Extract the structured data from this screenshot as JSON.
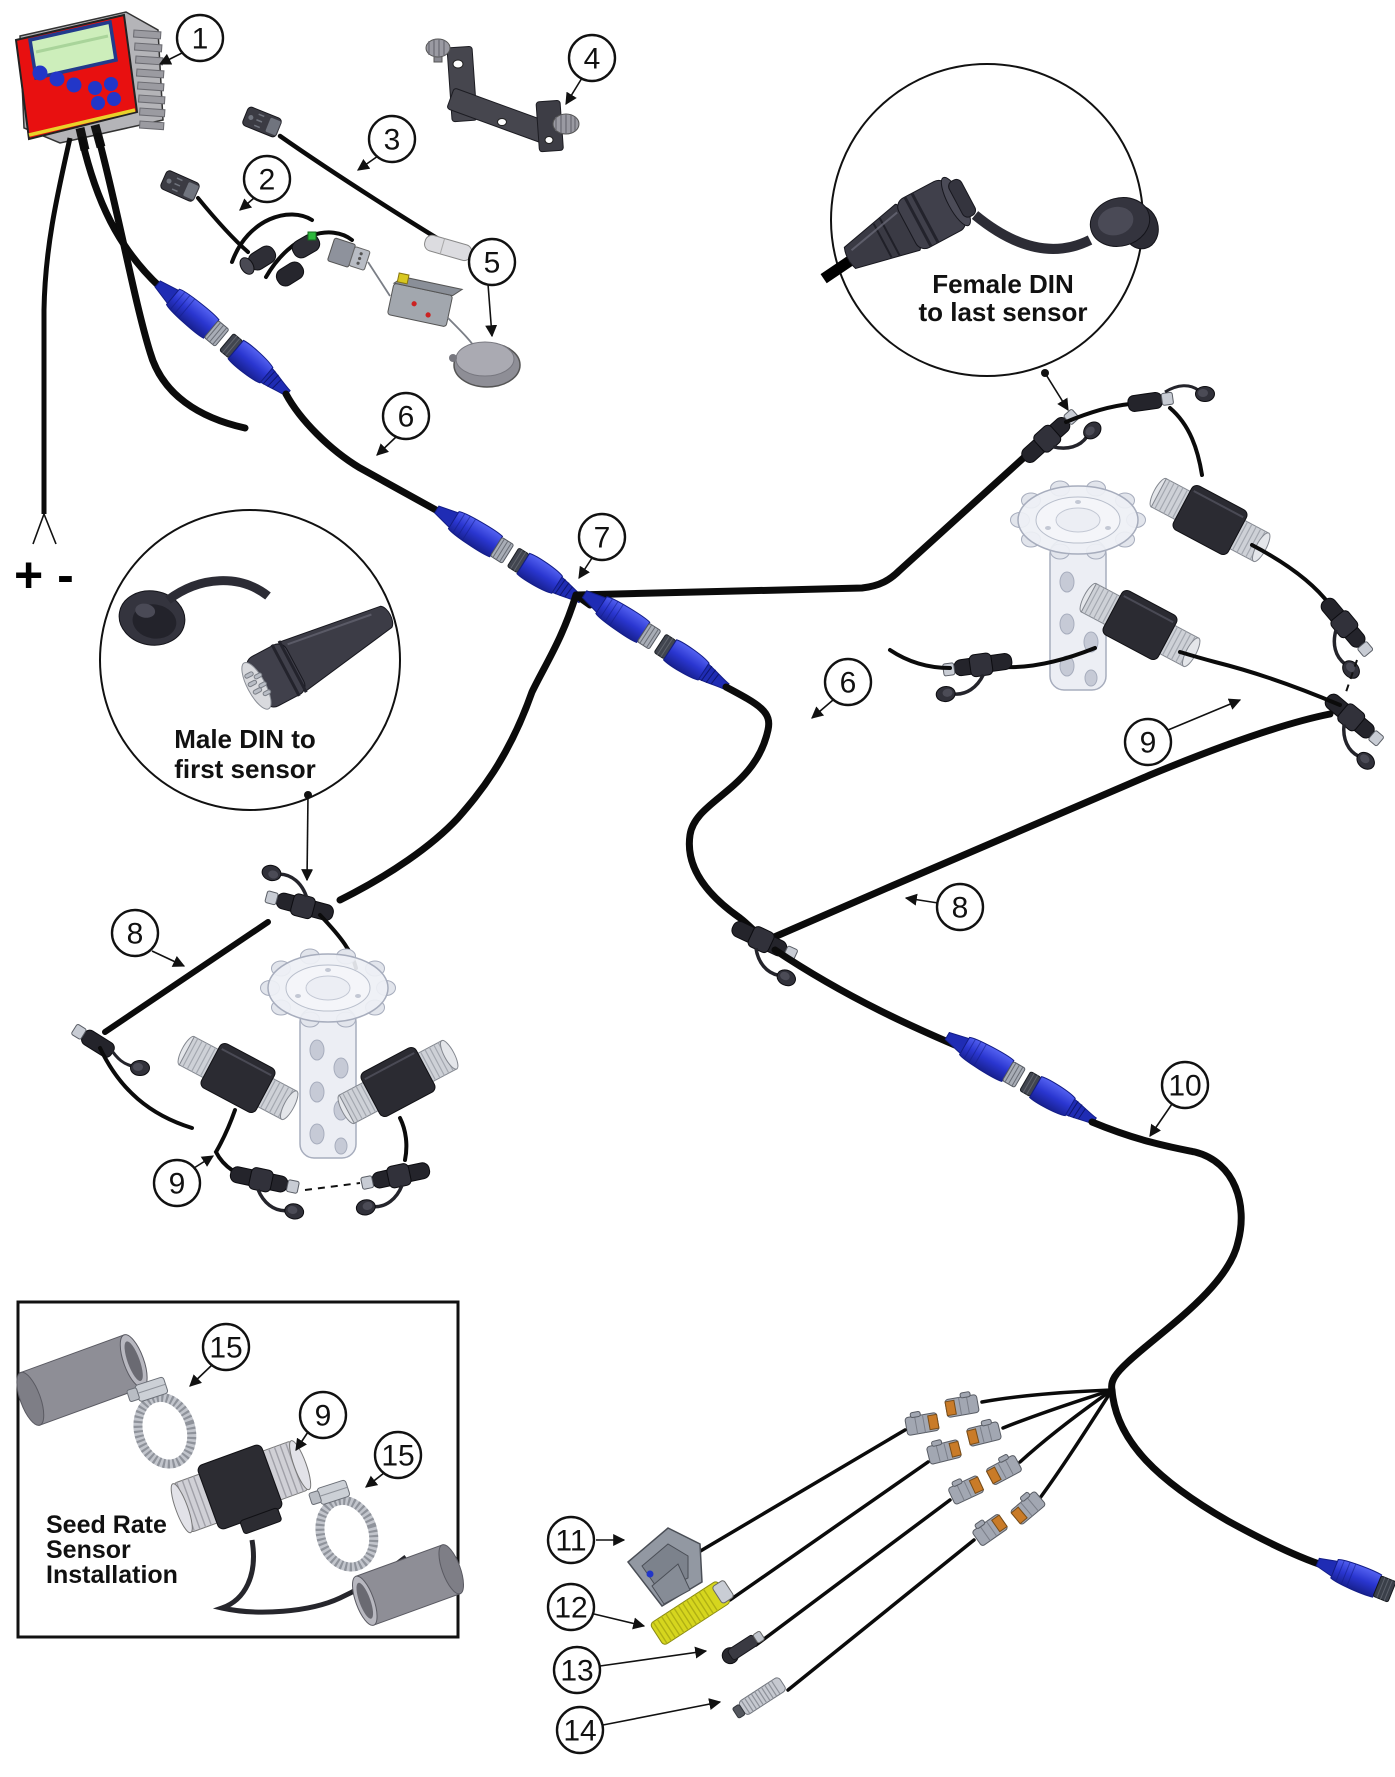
{
  "figure": {
    "type": "parts-wiring-diagram",
    "background": "#ffffff",
    "callouts": [
      {
        "n": "1"
      },
      {
        "n": "2"
      },
      {
        "n": "3"
      },
      {
        "n": "4"
      },
      {
        "n": "5"
      },
      {
        "n": "6"
      },
      {
        "n": "7"
      },
      {
        "n": "6"
      },
      {
        "n": "8"
      },
      {
        "n": "8"
      },
      {
        "n": "9"
      },
      {
        "n": "9"
      },
      {
        "n": "10"
      },
      {
        "n": "11"
      },
      {
        "n": "12"
      },
      {
        "n": "13"
      },
      {
        "n": "14"
      },
      {
        "n": "15"
      },
      {
        "n": "9"
      },
      {
        "n": "15"
      }
    ],
    "annotations": {
      "female_din_1": "Female DIN",
      "female_din_2": "to last sensor",
      "male_din_1": "Male DIN to",
      "male_din_2": "first sensor",
      "inset_1": "Seed Rate",
      "inset_2": "Sensor",
      "inset_3": "Installation",
      "power": "+ -"
    },
    "colors": {
      "cable": "#0b0b0b",
      "connector_blue": "#2a36d0",
      "console_red": "#e81010",
      "lcd_green": "#cdeebb",
      "button_blue": "#2236c8",
      "sensor_yellow": "#d6d61e",
      "deutsch_orange": "#c97b28",
      "trim_yellow": "#e8d22a"
    }
  }
}
